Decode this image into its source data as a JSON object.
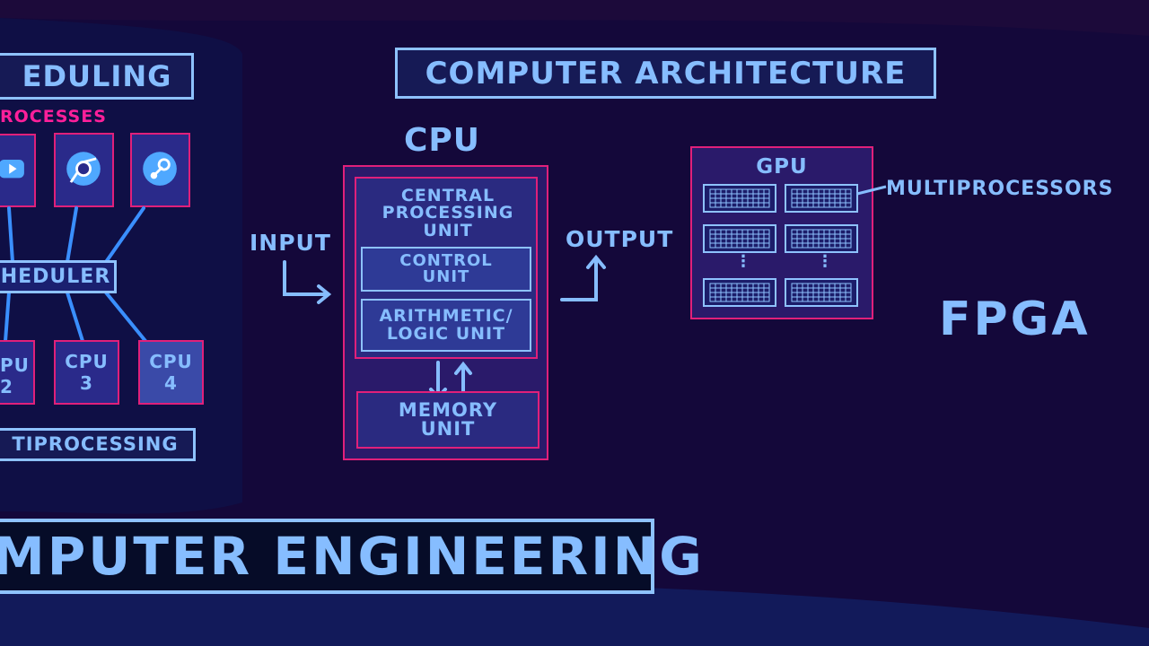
{
  "colors": {
    "background": "#14083a",
    "text": "#86bdff",
    "box_border": "#8ec2ff",
    "accent_pink": "#e0207a",
    "label_pink": "#ff1f9a"
  },
  "scheduling": {
    "title": "EDULING",
    "processes_label": "ROCESSES",
    "process_icons": [
      "youtube-icon",
      "chrome-icon",
      "steam-icon"
    ],
    "scheduler_label": "HEDULER",
    "cpus": [
      {
        "top": "PU",
        "bottom": "2"
      },
      {
        "top": "CPU",
        "bottom": "3"
      },
      {
        "top": "CPU",
        "bottom": "4"
      }
    ],
    "multiprocessing_label": "TIPROCESSING"
  },
  "architecture": {
    "title": "COMPUTER ARCHITECTURE",
    "cpu_label": "CPU",
    "input_label": "INPUT",
    "output_label": "OUTPUT",
    "cpu_block": {
      "name": "CENTRAL PROCESSING UNIT",
      "control_unit": "CONTROL UNIT",
      "alu": "ARITHMETIC/ LOGIC UNIT",
      "memory_unit": "MEMORY UNIT"
    },
    "gpu": {
      "label": "GPU",
      "multiprocessors_label": "MULTIPROCESSORS",
      "ellipsis": "⋮"
    },
    "fpga_label": "FPGA"
  },
  "banner": {
    "title": "MPUTER ENGINEERING"
  }
}
